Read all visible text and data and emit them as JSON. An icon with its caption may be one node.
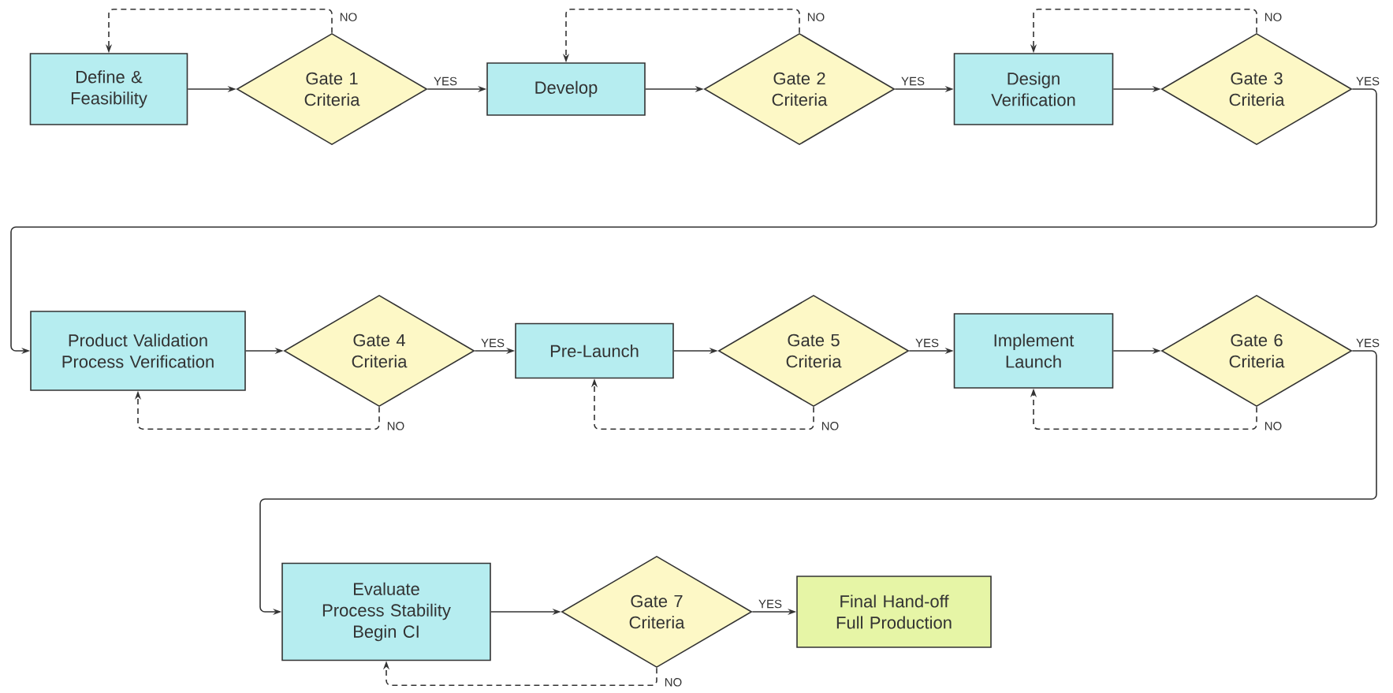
{
  "diagram": {
    "nodes": [
      {
        "text": [
          "Define & Feasibility"
        ]
      },
      {
        "text": [
          "Gate 1 Criteria"
        ]
      },
      {
        "text": [
          "Develop"
        ]
      },
      {
        "text": [
          "Gate 2 Criteria"
        ]
      },
      {
        "text": [
          "Design Verification"
        ]
      },
      {
        "text": [
          "Gate 3 Criteria"
        ]
      },
      {
        "text": [
          "Product Validation Process Verification"
        ]
      },
      {
        "text": [
          "Gate 4 Criteria"
        ]
      },
      {
        "text": [
          "Pre-Launch"
        ]
      },
      {
        "text": [
          "Gate 5 Criteria"
        ]
      },
      {
        "text": [
          "Implement Launch"
        ]
      },
      {
        "text": [
          "Gate 6 Criteria"
        ]
      },
      {
        "text": [
          "Evaluate Process Stability",
          "Begin CI"
        ]
      },
      {
        "text": [
          "Gate 7 Criteria"
        ]
      },
      {
        "text": [
          "Final Hand-off Full Production"
        ]
      }
    ],
    "edges": [
      {
        "from": 0,
        "to": 1,
        "arrow": "to"
      },
      {
        "from": 1,
        "to": 2,
        "arrow": "to",
        "label": "YES"
      },
      {
        "from": 1,
        "to": 0,
        "arrow": "to",
        "label": "NO",
        "style": "dashed"
      },
      {
        "from": 2,
        "to": 3,
        "arrow": "to"
      },
      {
        "from": 3,
        "to": 4,
        "arrow": "to",
        "label": "YES"
      },
      {
        "from": 3,
        "to": 2,
        "arrow": "to",
        "label": "NO",
        "style": "dashed"
      },
      {
        "from": 4,
        "to": 5,
        "arrow": "to"
      },
      {
        "from": 5,
        "to": 6,
        "arrow": "to",
        "label": "YES"
      },
      {
        "from": 5,
        "to": 4,
        "arrow": "to",
        "label": "NO",
        "style": "dashed"
      },
      {
        "from": 6,
        "to": 7,
        "arrow": "to"
      },
      {
        "from": 7,
        "to": 8,
        "arrow": "to",
        "label": "YES"
      },
      {
        "from": 7,
        "to": 6,
        "arrow": "to",
        "label": "NO",
        "style": "dashed"
      },
      {
        "from": 8,
        "to": 9,
        "arrow": "to"
      },
      {
        "from": 9,
        "to": 10,
        "arrow": "to",
        "label": "YES"
      },
      {
        "from": 9,
        "to": 8,
        "arrow": "to",
        "label": "NO",
        "style": "dashed"
      },
      {
        "from": 10,
        "to": 11,
        "arrow": "to"
      },
      {
        "from": 11,
        "to": 12,
        "arrow": "to",
        "label": "YES"
      },
      {
        "from": 11,
        "to": 10,
        "arrow": "to",
        "label": "NO",
        "style": "dashed"
      },
      {
        "from": 12,
        "to": 13,
        "arrow": "to"
      },
      {
        "from": 13,
        "to": 14,
        "arrow": "to",
        "label": "YES"
      },
      {
        "from": 13,
        "to": 12,
        "arrow": "to",
        "label": "NO",
        "style": "dashed"
      }
    ]
  }
}
